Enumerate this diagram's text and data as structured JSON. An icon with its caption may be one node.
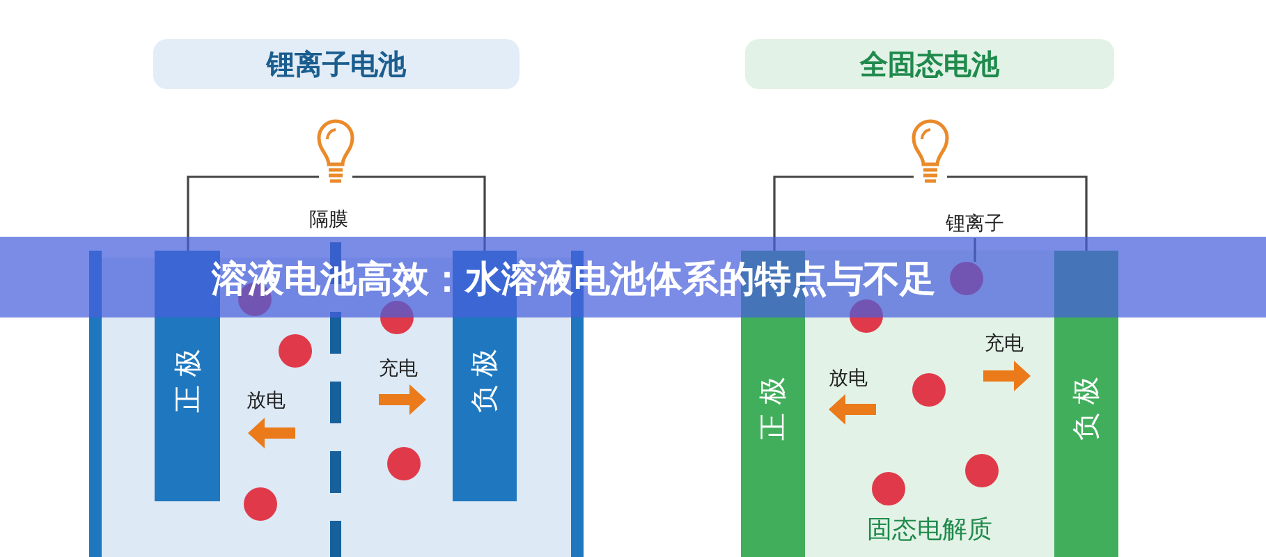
{
  "diagram": {
    "title": "溶液电池高效：水溶液电池体系的特点与不足",
    "nodes": [
      {
        "text": [
          "锂离子电池"
        ]
      },
      {
        "text": [
          "全固态电池"
        ]
      },
      {
        "text": [],
        "shape": "picture"
      },
      {
        "text": [],
        "shape": "picture"
      },
      {
        "text": [
          "正极"
        ]
      },
      {
        "text": [
          "负极"
        ]
      },
      {
        "text": [
          "锂离子"
        ]
      },
      {
        "text": [
          "正极"
        ]
      },
      {
        "text": [
          "固态电解质"
        ]
      },
      {
        "text": [
          "负极"
        ]
      },
      {
        "text": [],
        "shape": "circle",
        "in": 8
      }
    ],
    "edges": [
      {
        "from": 2,
        "to": 4,
        "arrow": "none"
      },
      {
        "from": 2,
        "to": 5,
        "arrow": "none"
      },
      {
        "from": 3,
        "to": 7,
        "arrow": "none"
      },
      {
        "from": 3,
        "to": 9,
        "arrow": "none"
      },
      {
        "from": 6,
        "to": 10,
        "arrow": "none"
      }
    ],
    "labels": [
      "隔膜",
      "充电",
      "放电",
      "充电",
      "放电"
    ]
  }
}
